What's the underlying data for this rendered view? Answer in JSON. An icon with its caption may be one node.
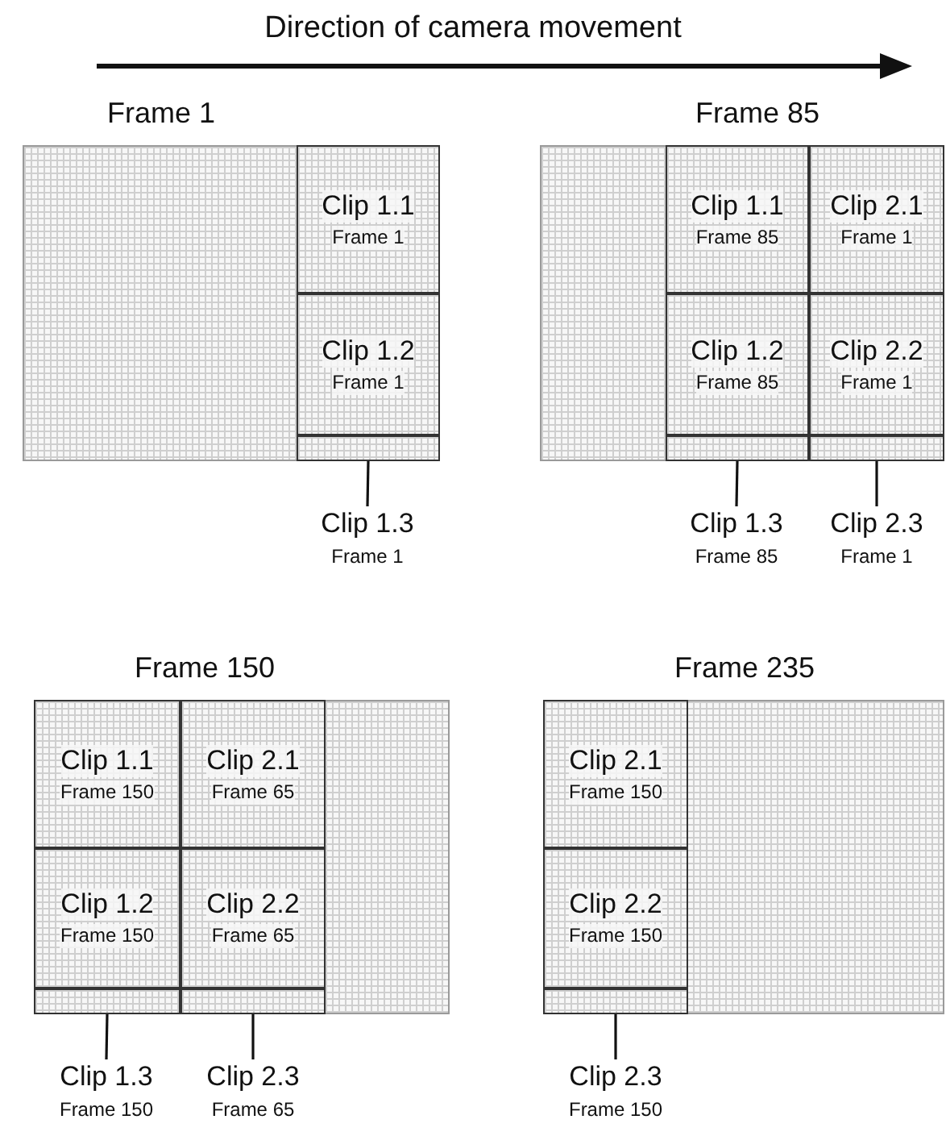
{
  "diagram": {
    "nodes": [
      {
        "text": [
          "Frame 1"
        ]
      },
      {
        "text": [
          "Clip 1.1",
          "Frame 1"
        ],
        "in": 0
      },
      {
        "text": [
          "Clip 1.2",
          "Frame 1"
        ],
        "in": 0
      },
      {
        "text": [],
        "shape": "bar",
        "in": 0
      },
      {
        "text": [
          "Clip 1.3",
          "Frame 1"
        ]
      },
      {
        "text": [
          "Frame 85"
        ]
      },
      {
        "text": [
          "Clip 1.1",
          "Frame 85"
        ],
        "in": 5
      },
      {
        "text": [
          "Clip 2.1",
          "Frame 1"
        ],
        "in": 5
      },
      {
        "text": [
          "Clip 1.2",
          "Frame 85"
        ],
        "in": 5
      },
      {
        "text": [
          "Clip 2.2",
          "Frame 1"
        ],
        "in": 5
      },
      {
        "text": [],
        "shape": "bar",
        "in": 5
      },
      {
        "text": [],
        "shape": "bar",
        "in": 5
      },
      {
        "text": [
          "Clip 1.3",
          "Frame 85"
        ]
      },
      {
        "text": [
          "Clip 2.3",
          "Frame 1"
        ]
      },
      {
        "text": [
          "Frame 150"
        ]
      },
      {
        "text": [
          "Clip 1.1",
          "Frame 150"
        ],
        "in": 14
      },
      {
        "text": [
          "Clip 2.1",
          "Frame 65"
        ],
        "in": 14
      },
      {
        "text": [
          "Clip 1.2",
          "Frame 150"
        ],
        "in": 14
      },
      {
        "text": [
          "Clip 2.2",
          "Frame 65"
        ],
        "in": 14
      },
      {
        "text": [],
        "shape": "bar",
        "in": 14
      },
      {
        "text": [],
        "shape": "bar",
        "in": 14
      },
      {
        "text": [
          "Clip 1.3",
          "Frame 150"
        ]
      },
      {
        "text": [
          "Clip 2.3",
          "Frame 65"
        ]
      },
      {
        "text": [
          "Frame 235"
        ]
      },
      {
        "text": [
          "Clip 2.1",
          "Frame 150"
        ],
        "in": 23
      },
      {
        "text": [
          "Clip 2.2",
          "Frame 150"
        ],
        "in": 23
      },
      {
        "text": [],
        "shape": "bar",
        "in": 23
      },
      {
        "text": [
          "Clip 2.3",
          "Frame 150"
        ]
      }
    ],
    "edges": [
      {
        "from": 4,
        "to": 3,
        "arrow": "none"
      },
      {
        "from": 12,
        "to": 10,
        "arrow": "none"
      },
      {
        "from": 13,
        "to": 11,
        "arrow": "none"
      },
      {
        "from": 21,
        "to": 19,
        "arrow": "none"
      },
      {
        "from": 22,
        "to": 20,
        "arrow": "none"
      },
      {
        "from": 27,
        "to": 26,
        "arrow": "none"
      }
    ],
    "labels": [
      "Direction of camera movement"
    ]
  }
}
